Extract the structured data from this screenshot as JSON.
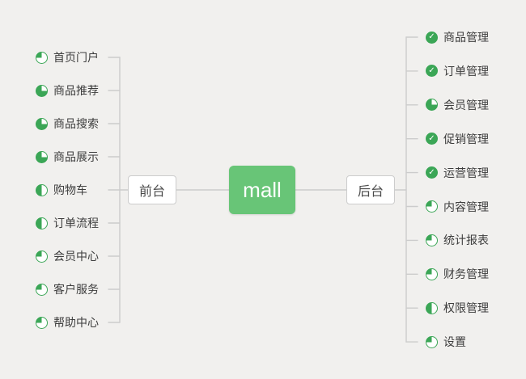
{
  "colors": {
    "background": "#f1f0ee",
    "line": "#cccccc",
    "icon_green": "#3ba656",
    "root_green": "#68c577"
  },
  "root": {
    "label": "mall"
  },
  "branches": [
    {
      "label": "前台",
      "side": "left",
      "items": [
        {
          "label": "首页门户",
          "progress": 25
        },
        {
          "label": "商品推荐",
          "progress": 75
        },
        {
          "label": "商品搜索",
          "progress": 75
        },
        {
          "label": "商品展示",
          "progress": 75
        },
        {
          "label": "购物车",
          "progress": 50
        },
        {
          "label": "订单流程",
          "progress": 50
        },
        {
          "label": "会员中心",
          "progress": 25
        },
        {
          "label": "客户服务",
          "progress": 25
        },
        {
          "label": "帮助中心",
          "progress": 25
        }
      ]
    },
    {
      "label": "后台",
      "side": "right",
      "items": [
        {
          "label": "商品管理",
          "progress": 100
        },
        {
          "label": "订单管理",
          "progress": 100
        },
        {
          "label": "会员管理",
          "progress": 75
        },
        {
          "label": "促销管理",
          "progress": 100
        },
        {
          "label": "运营管理",
          "progress": 100
        },
        {
          "label": "内容管理",
          "progress": 25
        },
        {
          "label": "统计报表",
          "progress": 25
        },
        {
          "label": "财务管理",
          "progress": 25
        },
        {
          "label": "权限管理",
          "progress": 50
        },
        {
          "label": "设置",
          "progress": 25
        }
      ]
    }
  ],
  "icons": {
    "done": "check-icon",
    "partial": "pie-progress-icon",
    "check_glyph": "✓"
  }
}
